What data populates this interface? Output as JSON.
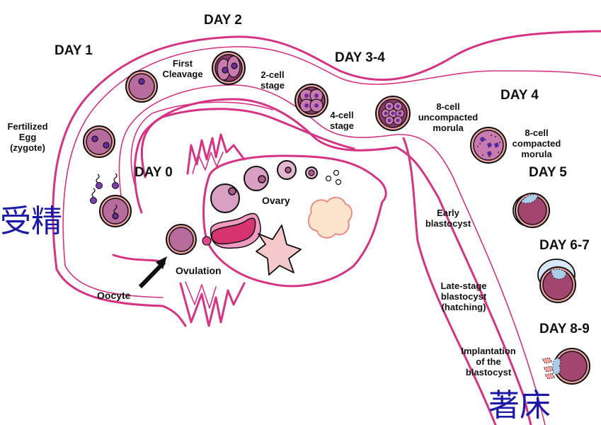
{
  "title": "Human embryo development from ovulation to implantation",
  "colors": {
    "tube": "#d63384",
    "cell_fill": "#b86c9e",
    "zona": "#f0a3a3",
    "nucleus": "#6a2a9a",
    "blastocyst_fill": "#a3466f",
    "blastocoel": "#a9cdea",
    "cjk_text": "#1a1aa6",
    "corpus_luteum": "#fbe3cc",
    "corpus_albicans": "#f5c9cc",
    "follicle": "#d9a0c4",
    "ruptured_follicle": "#e0478a"
  },
  "days": {
    "day0": "DAY 0",
    "day1": "DAY 1",
    "day2": "DAY 2",
    "day34": "DAY 3-4",
    "day4": "DAY 4",
    "day5": "DAY 5",
    "day67": "DAY 6-7",
    "day89": "DAY 8-9"
  },
  "stages": {
    "fertilized_egg": [
      "Fertilized",
      "Egg",
      "(zygote)"
    ],
    "first_cleavage": [
      "First",
      "Cleavage"
    ],
    "two_cell": [
      "2-cell",
      "stage"
    ],
    "four_cell": [
      "4-cell",
      "stage"
    ],
    "eight_cell_uncompacted": [
      "8-cell",
      "uncompacted",
      "morula"
    ],
    "eight_cell_compacted": [
      "8-cell",
      "compacted",
      "morula"
    ],
    "early_blastocyst": [
      "Early",
      "blastocyst"
    ],
    "late_blastocyst": [
      "Late-stage",
      "blastocyst",
      "(hatching)"
    ],
    "implantation": [
      "Implantation",
      "of the",
      "blastocyst"
    ],
    "ovary": "Ovary",
    "ovulation": "Ovulation",
    "oocyte": "Oocyte"
  },
  "cjk": {
    "fertilization": "受精",
    "implantation": "著床"
  }
}
